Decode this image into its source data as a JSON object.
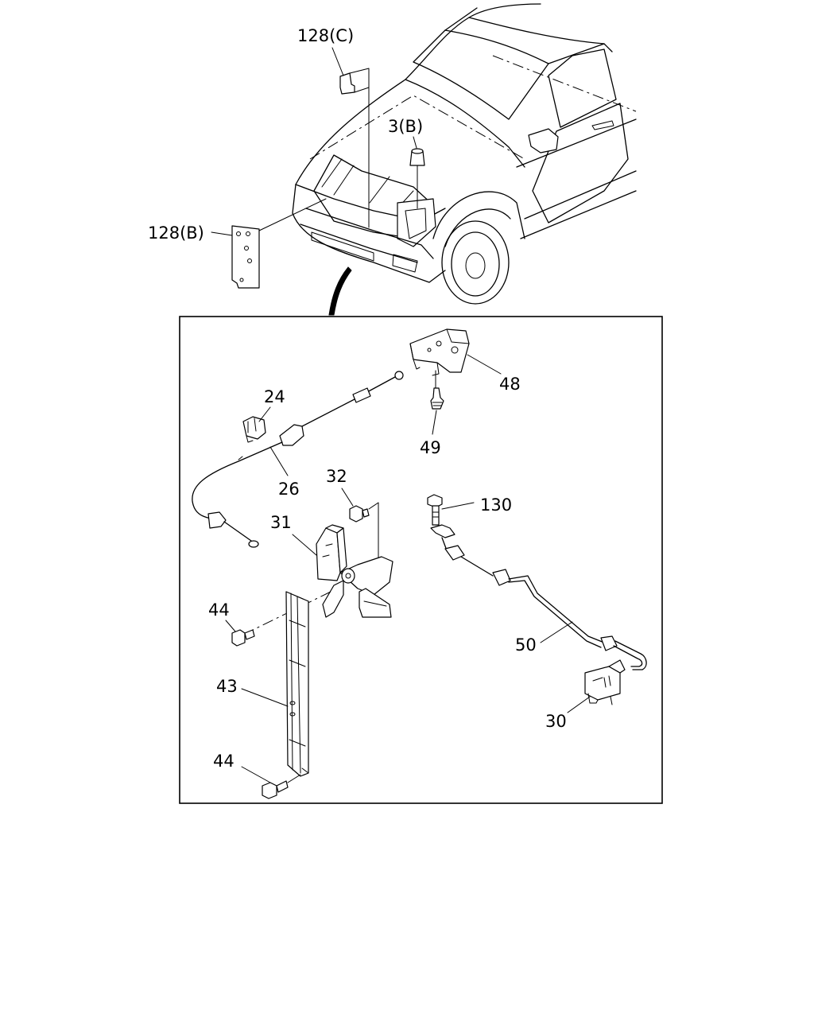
{
  "callouts": {
    "c128c": "128(C)",
    "c3b": "3(B)",
    "c128b": "128(B)",
    "c24": "24",
    "c48": "48",
    "c49": "49",
    "c26": "26",
    "c32": "32",
    "c130": "130",
    "c31": "31",
    "c44a": "44",
    "c50": "50",
    "c43": "43",
    "c30": "30",
    "c44b": "44"
  }
}
